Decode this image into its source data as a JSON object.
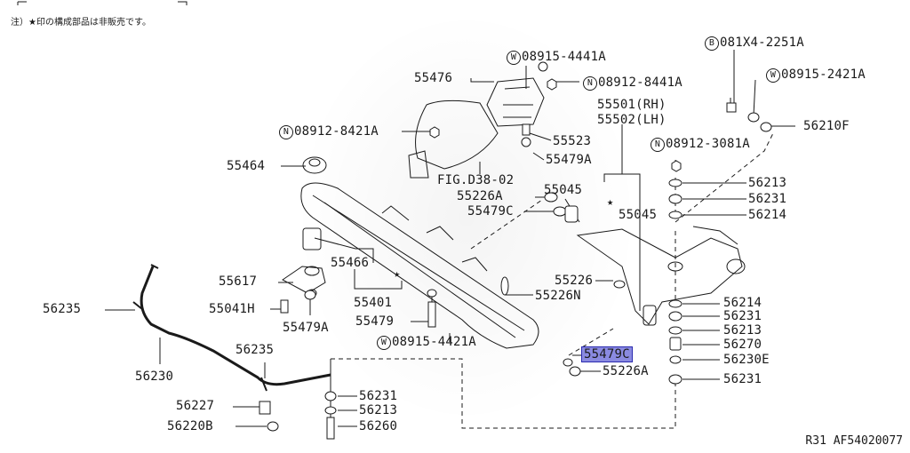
{
  "note": "注）★印の構成部品は非販売です。",
  "reference": "R31  AF54020077",
  "star": "★",
  "parts": {
    "p08915_4441A": "08915-4441A",
    "p55476": "55476",
    "p08912_8441A": "08912-8441A",
    "p081X4_2251A": "081X4-2251A",
    "p08915_2421A": "08915-2421A",
    "p56210F": "56210F",
    "p08912_8421A": "08912-8421A",
    "p55523": "55523",
    "p55479A_top": "55479A",
    "p55501": "55501(RH)",
    "p55502": "55502(LH)",
    "p08912_3081A": "08912-3081A",
    "p55464": "55464",
    "figD38": "FIG.D38-02",
    "p55045_a": "55045",
    "p55226A_top": "55226A",
    "p55479C_top": "55479C",
    "p55045_b": "55045",
    "p56213_top": "56213",
    "p56231_top": "56231",
    "p56214_top": "56214",
    "p55466": "55466",
    "p55617": "55617",
    "p55226": "55226",
    "p55226N": "55226N",
    "p55401": "55401",
    "p56235_left": "56235",
    "p55041H": "55041H",
    "p55479": "55479",
    "p55479A_bot": "55479A",
    "p08915_4421A": "08915-4421A",
    "p56214_bot": "56214",
    "p56231_b": "56231",
    "p56213_b": "56213",
    "p56270": "56270",
    "p56230E": "56230E",
    "p56231_c": "56231",
    "p56235_mid": "56235",
    "p55479C_sel": "55479C",
    "p55226A_bot": "55226A",
    "p56230": "56230",
    "p56227": "56227",
    "p56231_d": "56231",
    "p56213_d": "56213",
    "p56220B": "56220B",
    "p56260": "56260"
  },
  "prefix": {
    "W": "W",
    "N": "N",
    "B": "B"
  },
  "highlight_color": "#8a8ae0"
}
